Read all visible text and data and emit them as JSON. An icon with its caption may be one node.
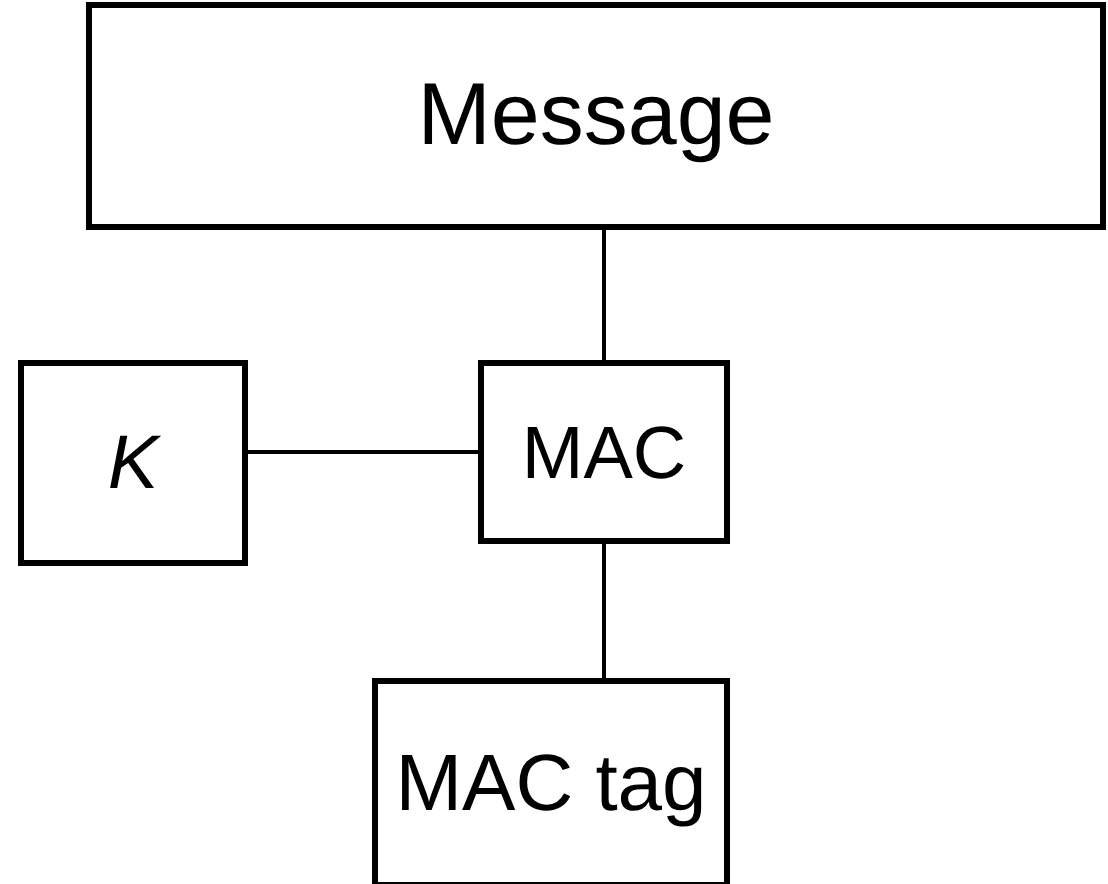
{
  "diagram": {
    "nodes": [
      {
        "text": [
          "Message"
        ]
      },
      {
        "text": [
          "K"
        ]
      },
      {
        "text": [
          "MAC"
        ]
      },
      {
        "text": [
          "MAC tag"
        ]
      }
    ],
    "edges": [
      {
        "from": 0,
        "to": 2,
        "arrow": "none"
      },
      {
        "from": 1,
        "to": 2,
        "arrow": "none"
      },
      {
        "from": 2,
        "to": 3,
        "arrow": "none"
      }
    ]
  }
}
